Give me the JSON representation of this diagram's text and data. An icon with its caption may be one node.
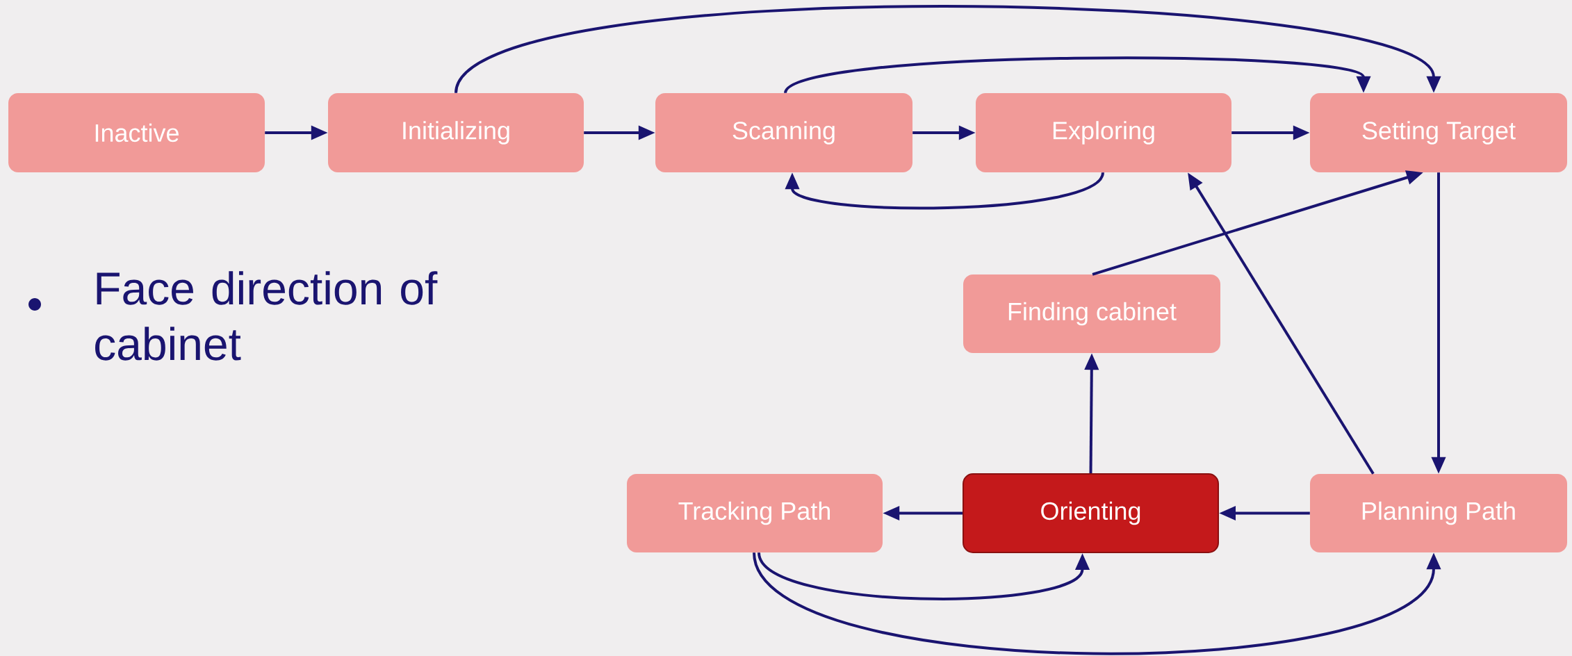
{
  "diagram": {
    "nodes": [
      {
        "text": [
          "Inactive"
        ]
      },
      {
        "text": [
          "Initializing"
        ]
      },
      {
        "text": [
          "Scanning"
        ]
      },
      {
        "text": [
          "Exploring"
        ]
      },
      {
        "text": [
          "Setting Target"
        ]
      },
      {
        "text": [
          "Finding cabinet"
        ]
      },
      {
        "text": [
          "Tracking Path"
        ]
      },
      {
        "text": [
          "Orienting"
        ]
      },
      {
        "text": [
          "Planning Path"
        ]
      }
    ],
    "edges": [
      {
        "from": 0,
        "to": 1,
        "arrow": "to"
      },
      {
        "from": 1,
        "to": 2,
        "arrow": "to"
      },
      {
        "from": 2,
        "to": 3,
        "arrow": "to"
      },
      {
        "from": 3,
        "to": 4,
        "arrow": "to"
      },
      {
        "from": 1,
        "to": 4,
        "arrow": "to"
      },
      {
        "from": 2,
        "to": 4,
        "arrow": "to"
      },
      {
        "from": 3,
        "to": 2,
        "arrow": "to"
      },
      {
        "from": 5,
        "to": 4,
        "arrow": "to"
      },
      {
        "from": 8,
        "to": 3,
        "arrow": "to"
      },
      {
        "from": 4,
        "to": 8,
        "arrow": "to"
      },
      {
        "from": 8,
        "to": 7,
        "arrow": "to"
      },
      {
        "from": 7,
        "to": 6,
        "arrow": "to"
      },
      {
        "from": 7,
        "to": 5,
        "arrow": "to"
      },
      {
        "from": 6,
        "to": 7,
        "arrow": "to"
      },
      {
        "from": 6,
        "to": 8,
        "arrow": "to"
      }
    ],
    "labels": [
      "Face direction of cabinet"
    ]
  }
}
